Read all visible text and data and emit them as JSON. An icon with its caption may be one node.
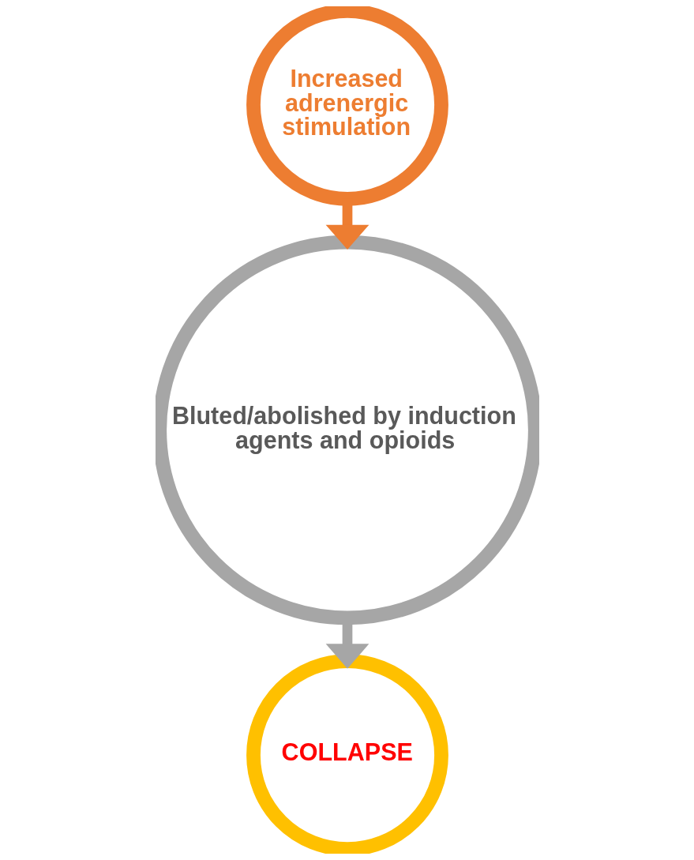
{
  "diagram": {
    "nodes": [
      {
        "text": [
          "Increased adrenergic stimulation"
        ]
      },
      {
        "text": [
          "Bluted/abolished by induction agents and opioids"
        ]
      },
      {
        "text": [
          "COLLAPSE"
        ]
      }
    ],
    "edges": [
      {
        "from": 0,
        "to": 1,
        "arrow": "to",
        "color": "#ed7d31"
      },
      {
        "from": 1,
        "to": 2,
        "arrow": "to",
        "color": "#a6a6a6"
      }
    ]
  }
}
